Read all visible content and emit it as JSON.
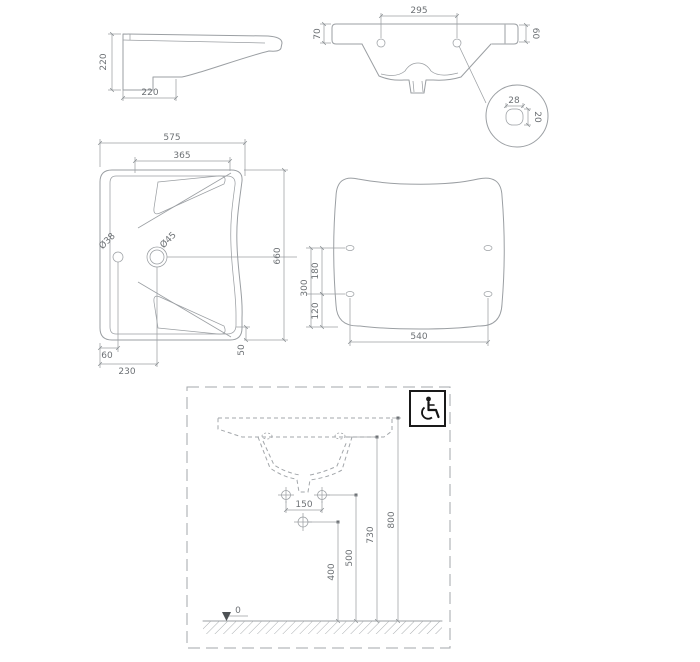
{
  "meta": {
    "drawing_type": "washbasin technical drawing, accessible model",
    "background_color": "#ffffff",
    "line_color": "#9b9fa3",
    "text_color": "#6d7175",
    "accessibility_icon": "wheelchair-accessibility"
  },
  "side_view": {
    "height": "220",
    "depth": "220"
  },
  "front_view": {
    "hole_spacing": "295",
    "left_edge_height": "70",
    "right_edge_height": "60",
    "detail": {
      "hole_width": "28",
      "hole_height": "20"
    }
  },
  "plan_view": {
    "overall_width": "575",
    "bowl_width": "365",
    "overall_depth": "660",
    "tap_hole_diameter": "Ø38",
    "drain_diameter": "Ø45",
    "tap_hole_offset": "60",
    "drain_offset": "230",
    "rear_offset": "50"
  },
  "rear_view": {
    "holes_vertical_span": "300",
    "upper_hole_gap": "180",
    "lower_hole_gap": "120",
    "holes_horizontal_span": "540"
  },
  "installation_view": {
    "supply_spacing": "150",
    "waste_height": "400",
    "supply_height": "500",
    "rim_height": "730",
    "overall_height": "800",
    "floor_level": "0"
  }
}
